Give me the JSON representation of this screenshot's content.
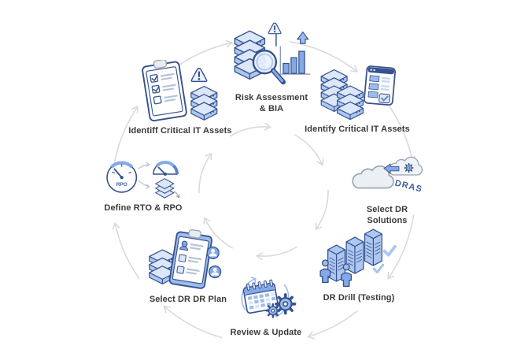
{
  "steps": [
    {
      "label": "Risk Assessment\n& BIA"
    },
    {
      "label": "Identify Critical IT Assets"
    },
    {
      "label": "Select DR\nSolutions",
      "icon_text": "DRAS"
    },
    {
      "label": "DR Drill (Testing)"
    },
    {
      "label": "Review & Update"
    },
    {
      "label": "Select DR DR Plan"
    },
    {
      "label": "Define RTO & RPO",
      "icon_text": "RPO"
    },
    {
      "label": "Identiff Critical IT Assets"
    }
  ],
  "colors": {
    "primary_navy": "#35528e",
    "light_blue": "#aec7f1",
    "mid_blue": "#84a9e8",
    "pale_blue": "#dce7fa",
    "gray_fill": "#e9ecf1",
    "arrow_gray": "#d8dadd",
    "label_text": "#3a3a3a"
  }
}
